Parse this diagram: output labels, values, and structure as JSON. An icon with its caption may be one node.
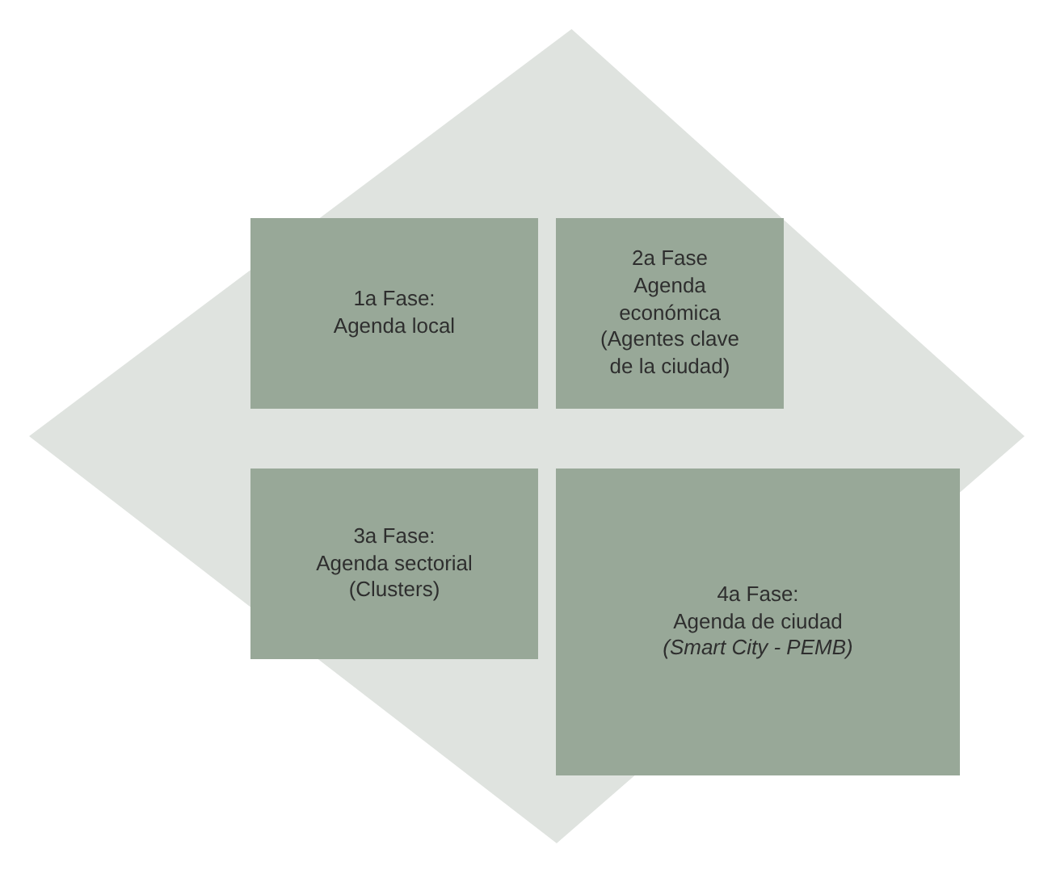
{
  "diagram": {
    "nodes": [
      {
        "text": [],
        "shape": "diamond"
      },
      {
        "text": [
          "1a Fase:",
          "Agenda local"
        ],
        "in": 0
      },
      {
        "text": [
          "2a Fase",
          "Agenda económica (Agentes clave de la ciudad)"
        ],
        "in": 0
      },
      {
        "text": [
          "3a Fase:",
          "Agenda sectorial (Clusters)"
        ],
        "in": 0
      },
      {
        "text": [
          "4a Fase:",
          "Agenda de ciudad *(Smart City - PEMB)*"
        ],
        "in": 0
      }
    ]
  }
}
